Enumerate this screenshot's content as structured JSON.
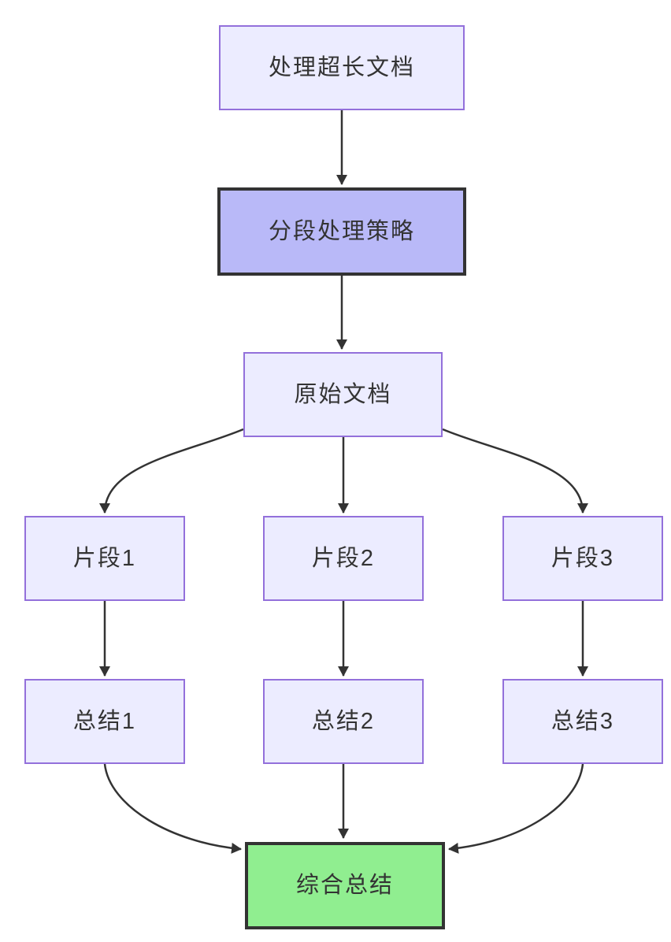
{
  "diagram": {
    "type": "flowchart-top-down",
    "nodes": [
      {
        "id": "start",
        "label": "处理超长文档",
        "variant": "default"
      },
      {
        "id": "strategy",
        "label": "分段处理策略",
        "variant": "emphasis-purple"
      },
      {
        "id": "doc",
        "label": "原始文档",
        "variant": "default"
      },
      {
        "id": "seg1",
        "label": "片段1",
        "variant": "default"
      },
      {
        "id": "seg2",
        "label": "片段2",
        "variant": "default"
      },
      {
        "id": "seg3",
        "label": "片段3",
        "variant": "default"
      },
      {
        "id": "sum1",
        "label": "总结1",
        "variant": "default"
      },
      {
        "id": "sum2",
        "label": "总结2",
        "variant": "default"
      },
      {
        "id": "sum3",
        "label": "总结3",
        "variant": "default"
      },
      {
        "id": "final",
        "label": "综合总结",
        "variant": "emphasis-green"
      }
    ],
    "edges": [
      {
        "from": "start",
        "to": "strategy"
      },
      {
        "from": "strategy",
        "to": "doc"
      },
      {
        "from": "doc",
        "to": "seg1"
      },
      {
        "from": "doc",
        "to": "seg2"
      },
      {
        "from": "doc",
        "to": "seg3"
      },
      {
        "from": "seg1",
        "to": "sum1"
      },
      {
        "from": "seg2",
        "to": "sum2"
      },
      {
        "from": "seg3",
        "to": "sum3"
      },
      {
        "from": "sum1",
        "to": "final"
      },
      {
        "from": "sum2",
        "to": "final"
      },
      {
        "from": "sum3",
        "to": "final"
      }
    ],
    "colors": {
      "background": "#FFFFFF",
      "node_fill": "#ECECFF",
      "node_border": "#9370DB",
      "emphasis_fill": "#B9B9F8",
      "emphasis_border": "#333333",
      "success_fill": "#90EE90",
      "text": "#333333",
      "edge": "#333333"
    }
  }
}
